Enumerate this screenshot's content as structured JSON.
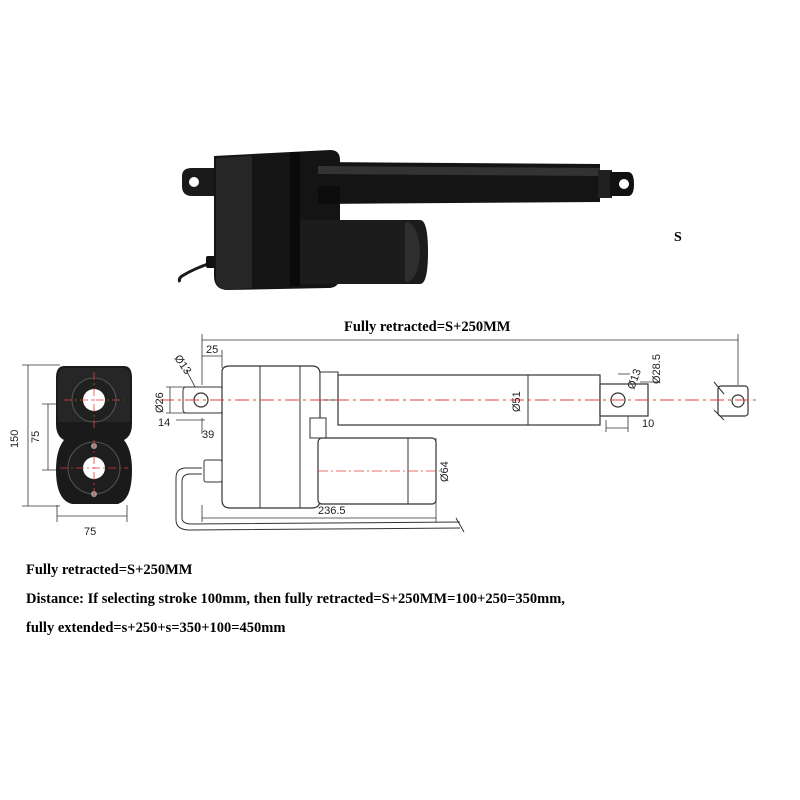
{
  "photo": {
    "stroke_label": "S"
  },
  "drawing": {
    "title": "Fully retracted=S+250MM",
    "end_view": {
      "height": "150",
      "mid_height": "75",
      "width": "75"
    },
    "side_view": {
      "rear_clevis_offset": "25",
      "rear_hole_dia": "Ø13",
      "rear_lug_dia": "Ø26",
      "rear_lug_height": "14",
      "rear_lug_length": "39",
      "tube_dia": "Ø51",
      "motor_dia": "Ø64",
      "body_length": "236.5",
      "front_hole_dia": "Ø13",
      "rod_dia": "Ø28.5",
      "front_end_length": "10"
    }
  },
  "notes": {
    "line1": "Fully retracted=S+250MM",
    "line2": "Distance: If selecting stroke 100mm, then fully retracted=S+250MM=100+250=350mm,",
    "line3": "fully extended=s+250+s=350+100=450mm"
  }
}
